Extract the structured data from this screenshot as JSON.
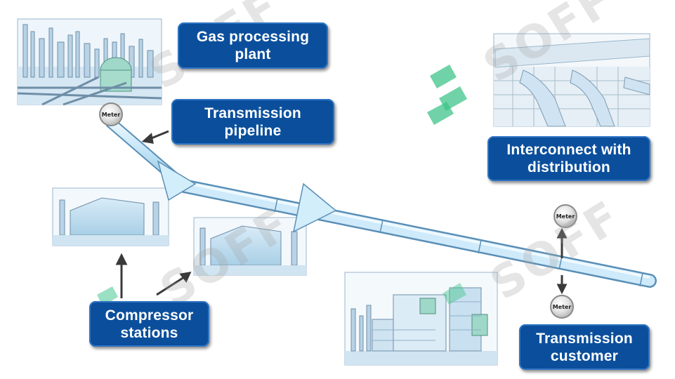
{
  "labels": {
    "gas_processing": [
      "Gas processing",
      "plant"
    ],
    "transmission_pipeline": [
      "Transmission",
      "pipeline"
    ],
    "interconnect": [
      "Interconnect with",
      "distribution"
    ],
    "compressor": [
      "Compressor",
      "stations"
    ],
    "customer": [
      "Transmission",
      "customer"
    ]
  },
  "meter_text": "Meter",
  "watermark": "SOFF",
  "colors": {
    "label_bg": "#0b4f9c",
    "pipe": "#bfe3f5",
    "pipe_edge": "#5a8fb6",
    "arrow": "#3a3a3a",
    "logo_green": "#3fc48a"
  }
}
